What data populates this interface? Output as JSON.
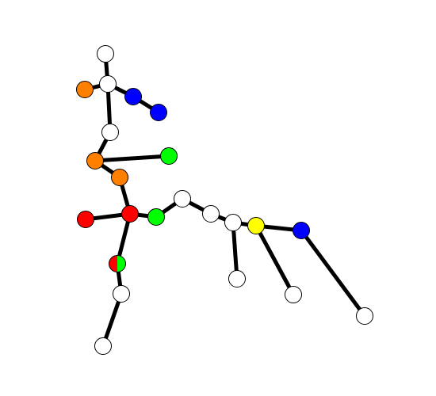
{
  "graph": {
    "nodes": [
      {
        "id": "n1",
        "colors": [
          "#ffffff"
        ]
      },
      {
        "id": "n2",
        "colors": [
          "#ffffff"
        ]
      },
      {
        "id": "n3",
        "colors": [
          "#ff8000"
        ]
      },
      {
        "id": "n4",
        "colors": [
          "#0000ff"
        ]
      },
      {
        "id": "n5",
        "colors": [
          "#0000ff"
        ]
      },
      {
        "id": "n6",
        "colors": [
          "#ffffff"
        ]
      },
      {
        "id": "n7",
        "colors": [
          "#ff8000"
        ]
      },
      {
        "id": "n8",
        "colors": [
          "#00ff00"
        ]
      },
      {
        "id": "n9",
        "colors": [
          "#ff8000"
        ]
      },
      {
        "id": "n10",
        "colors": [
          "#ff0000"
        ]
      },
      {
        "id": "n11",
        "colors": [
          "#ff0000"
        ]
      },
      {
        "id": "n12",
        "colors": [
          "#00ff00"
        ]
      },
      {
        "id": "n13",
        "colors": [
          "#ffffff"
        ]
      },
      {
        "id": "n14",
        "colors": [
          "#ffffff"
        ]
      },
      {
        "id": "n15",
        "colors": [
          "#ffffff"
        ]
      },
      {
        "id": "n16",
        "colors": [
          "#ffff00"
        ]
      },
      {
        "id": "n17",
        "colors": [
          "#0000ff"
        ]
      },
      {
        "id": "n18",
        "colors": [
          "#ffffff"
        ]
      },
      {
        "id": "n19",
        "colors": [
          "#ffffff"
        ]
      },
      {
        "id": "n20",
        "colors": [
          "#ffffff"
        ]
      },
      {
        "id": "n21",
        "colors": [
          "#ff0000",
          "#00ff00"
        ]
      },
      {
        "id": "n22",
        "colors": [
          "#ffffff"
        ]
      },
      {
        "id": "n23",
        "colors": [
          "#ffffff"
        ]
      }
    ],
    "edges": [
      [
        "n1",
        "n2"
      ],
      [
        "n2",
        "n3"
      ],
      [
        "n2",
        "n4"
      ],
      [
        "n4",
        "n5"
      ],
      [
        "n2",
        "n6"
      ],
      [
        "n6",
        "n7"
      ],
      [
        "n7",
        "n8"
      ],
      [
        "n7",
        "n9"
      ],
      [
        "n9",
        "n10"
      ],
      [
        "n10",
        "n11"
      ],
      [
        "n10",
        "n12"
      ],
      [
        "n12",
        "n13"
      ],
      [
        "n13",
        "n14"
      ],
      [
        "n14",
        "n15"
      ],
      [
        "n15",
        "n16"
      ],
      [
        "n16",
        "n17"
      ],
      [
        "n15",
        "n18"
      ],
      [
        "n16",
        "n19"
      ],
      [
        "n17",
        "n20"
      ],
      [
        "n10",
        "n21"
      ],
      [
        "n21",
        "n22"
      ],
      [
        "n22",
        "n23"
      ]
    ]
  }
}
